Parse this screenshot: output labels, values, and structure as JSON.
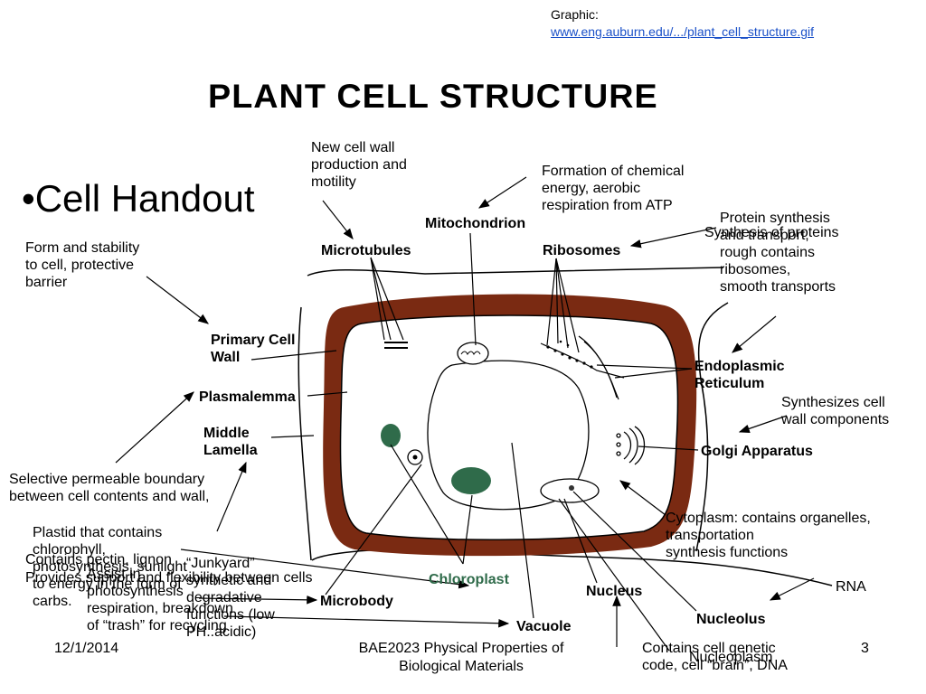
{
  "credit": {
    "prefix": "Graphic:",
    "link": "www.eng.auburn.edu/.../plant_cell_structure.gif"
  },
  "title": "PLANT CELL STRUCTURE",
  "bullet": "•Cell Handout",
  "labels": {
    "microtubules": "Microtubules",
    "mitochondrion": "Mitochondrion",
    "ribosomes": "Ribosomes",
    "primary_wall_1": "Primary Cell",
    "primary_wall_2": "Wall",
    "plasmalemma": "Plasmalemma",
    "middle_lamella_1": "Middle",
    "middle_lamella_2": "Lamella",
    "er_1": "Endoplasmic",
    "er_2": "Reticulum",
    "golgi": "Golgi Apparatus",
    "chloroplast": "Chloroplast",
    "microbody": "Microbody",
    "nucleus": "Nucleus",
    "vacuole": "Vacuole",
    "nucleolus": "Nucleolus",
    "nucleoplasm": "Nucleoplasm"
  },
  "notes": {
    "microtubules": [
      "New cell wall",
      "production and",
      "motility"
    ],
    "mitochondrion": [
      "Formation of chemical",
      "energy, aerobic",
      "respiration from ATP"
    ],
    "ribosomes": "Synthesis of proteins",
    "er": [
      "Protein synthesis",
      "and transport,",
      "rough contains",
      "ribosomes,",
      "smooth transports"
    ],
    "primary_wall": [
      "Form and stability",
      "to cell, protective",
      "barrier"
    ],
    "golgi": [
      "Synthesizes cell",
      "wall components"
    ],
    "plasmalemma": [
      "Selective permeable boundary",
      "between cell contents and wall,"
    ],
    "cytoplasm": [
      "Cytoplasm: contains organelles,",
      "transportation",
      "synthesis functions"
    ],
    "chloroplast": [
      "Plastid that contains",
      "chlorophyll,",
      "photosynthesis, sunlight",
      "to energy in the form of",
      "carbs."
    ],
    "middle_lamella": [
      "Contains pectin, lignon",
      "Provides support and flexibility between cells"
    ],
    "microbody": [
      "Assist in",
      "photosynthesis",
      "respiration, breakdown",
      "of “trash” for recycling"
    ],
    "vacuole": [
      "“Junkyard”",
      "synthetic and",
      "degradative",
      "functions (low",
      "PH..acidic)"
    ],
    "nucleolus": "RNA",
    "nucleus": [
      "Contains cell genetic",
      "code, cell “brain”, DNA"
    ]
  },
  "footer": {
    "date": "12/1/2014",
    "course_1": "BAE2023 Physical Properties of",
    "course_2": "Biological Materials",
    "page": "3"
  },
  "colors": {
    "cell_wall": "#7a2a12",
    "chloroplast": "#2f6b4a",
    "link": "#1a50c8"
  }
}
